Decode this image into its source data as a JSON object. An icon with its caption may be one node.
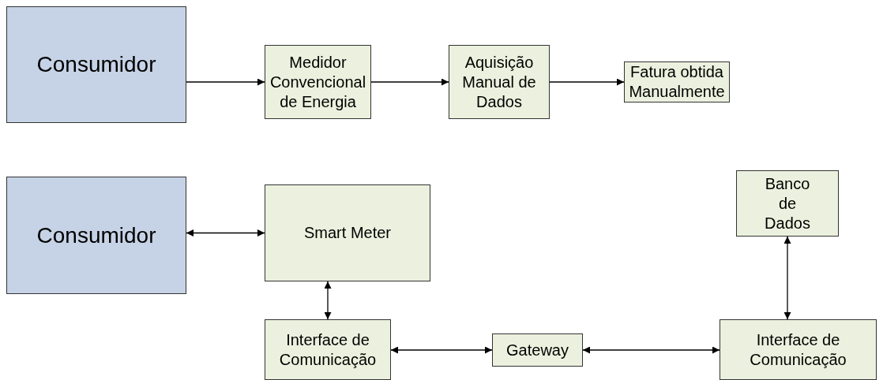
{
  "diagram": {
    "nodes": [
      {
        "text": [
          "Consumidor"
        ]
      },
      {
        "text": [
          "Medidor Convencional de Energia"
        ]
      },
      {
        "text": [
          "Aquisição Manual de Dados"
        ]
      },
      {
        "text": [
          "Fatura obtida Manualmente"
        ]
      },
      {
        "text": [
          "Consumidor"
        ]
      },
      {
        "text": [
          "Smart Meter"
        ]
      },
      {
        "text": [
          "Banco de Dados"
        ]
      },
      {
        "text": [
          "Interface de Comunicação"
        ]
      },
      {
        "text": [
          "Gateway"
        ]
      },
      {
        "text": [
          "Interface de Comunicação"
        ]
      }
    ],
    "edges": [
      {
        "from": 0,
        "to": 1,
        "arrow": "to"
      },
      {
        "from": 1,
        "to": 2,
        "arrow": "to"
      },
      {
        "from": 2,
        "to": 3,
        "arrow": "to"
      },
      {
        "from": 4,
        "to": 5,
        "arrow": "both"
      },
      {
        "from": 5,
        "to": 7,
        "arrow": "both"
      },
      {
        "from": 7,
        "to": 8,
        "arrow": "both"
      },
      {
        "from": 8,
        "to": 9,
        "arrow": "both"
      },
      {
        "from": 9,
        "to": 6,
        "arrow": "both"
      }
    ]
  }
}
